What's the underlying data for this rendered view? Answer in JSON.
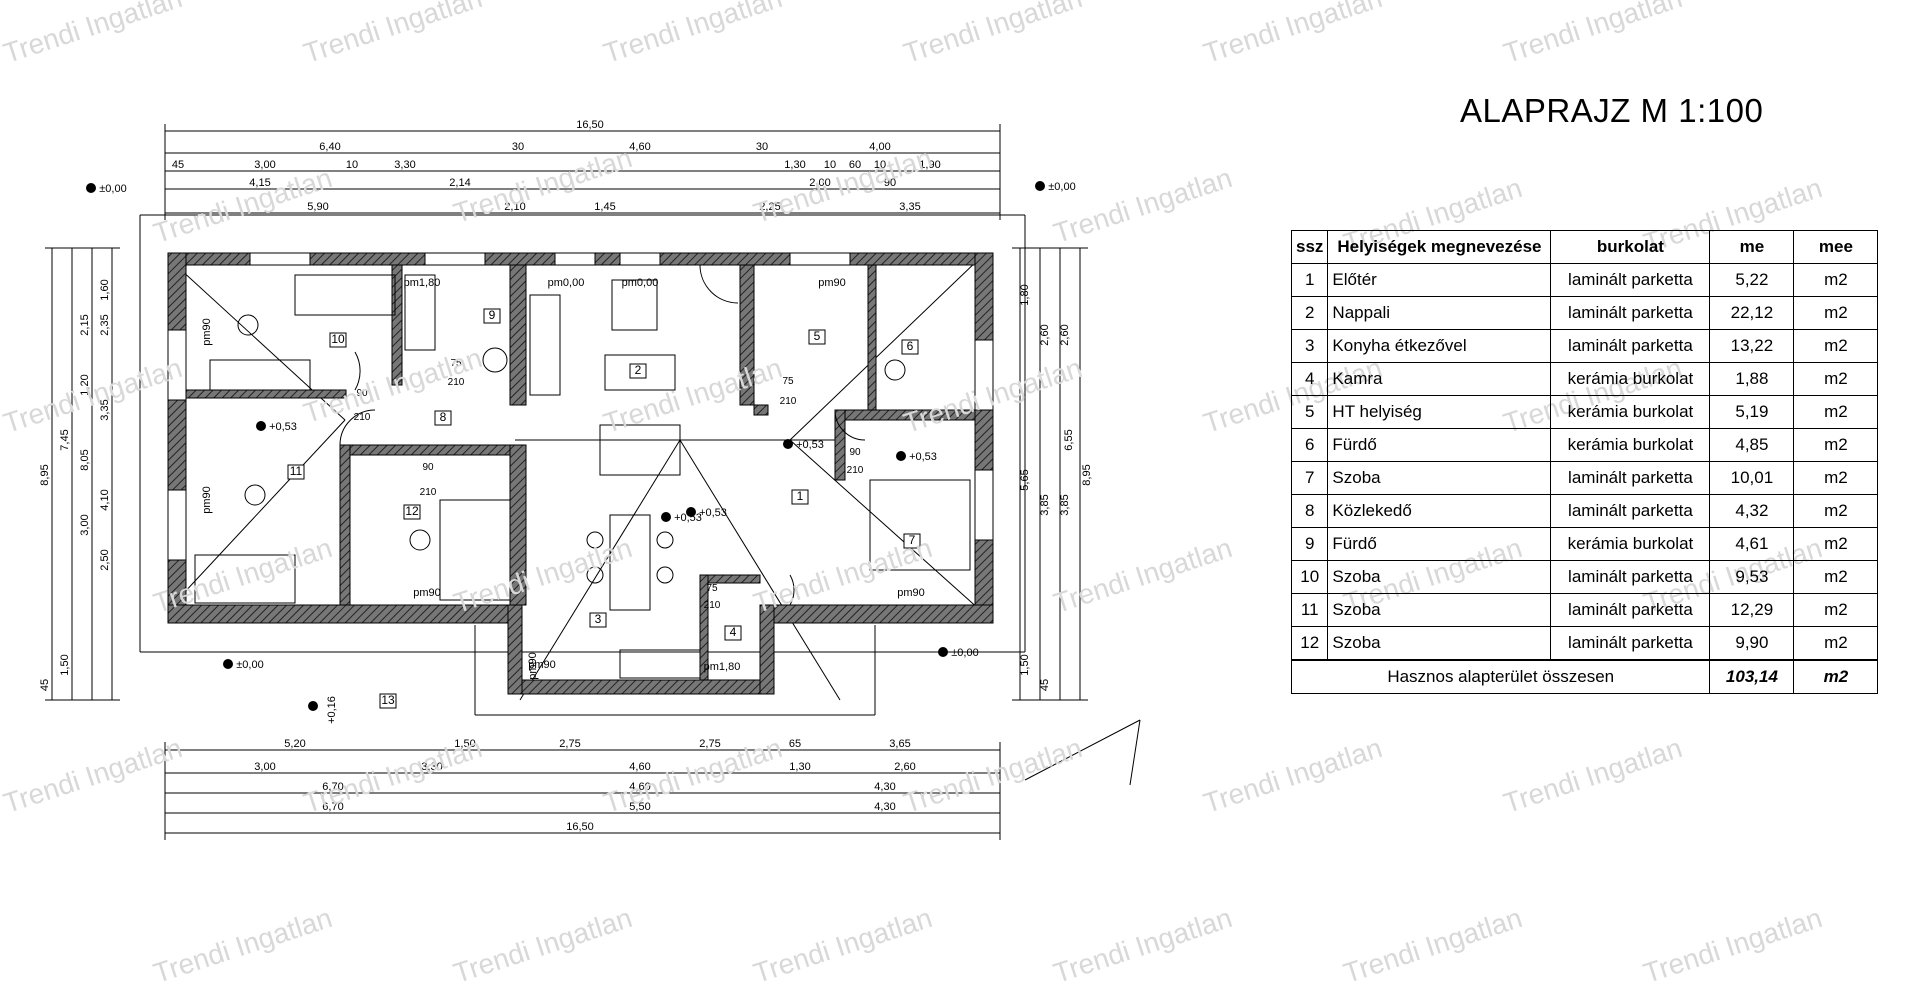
{
  "title": "ALAPRAJZ M 1:100",
  "watermark": "Trendi Ingatlan",
  "table": {
    "headers": [
      "ssz",
      "Helyiségek megnevezése",
      "burkolat",
      "me",
      "mee"
    ],
    "rows": [
      [
        "1",
        "Előtér",
        "laminált parketta",
        "5,22",
        "m2"
      ],
      [
        "2",
        "Nappali",
        "laminált parketta",
        "22,12",
        "m2"
      ],
      [
        "3",
        "Konyha étkezővel",
        "laminált parketta",
        "13,22",
        "m2"
      ],
      [
        "4",
        "Kamra",
        "kerámia burkolat",
        "1,88",
        "m2"
      ],
      [
        "5",
        "HT helyiség",
        "kerámia burkolat",
        "5,19",
        "m2"
      ],
      [
        "6",
        "Fürdő",
        "kerámia burkolat",
        "4,85",
        "m2"
      ],
      [
        "7",
        "Szoba",
        "laminált parketta",
        "10,01",
        "m2"
      ],
      [
        "8",
        "Közlekedő",
        "laminált parketta",
        "4,32",
        "m2"
      ],
      [
        "9",
        "Fürdő",
        "kerámia burkolat",
        "4,61",
        "m2"
      ],
      [
        "10",
        "Szoba",
        "laminált parketta",
        "9,53",
        "m2"
      ],
      [
        "11",
        "Szoba",
        "laminált parketta",
        "12,29",
        "m2"
      ],
      [
        "12",
        "Szoba",
        "laminált parketta",
        "9,90",
        "m2"
      ]
    ],
    "total_label": "Hasznos alapterület összesen",
    "total_value": "103,14",
    "total_unit": "m2"
  },
  "plan": {
    "dims_top": [
      "16,50",
      "6,40",
      "30",
      "4,60",
      "30",
      "4,00",
      "45",
      "3,00",
      "10",
      "3,30",
      "1,30",
      "10",
      "60",
      "10",
      "1,90",
      "4,15",
      "2,14",
      "2,00",
      "90",
      "5,90",
      "2,10",
      "1,45",
      "2,25",
      "3,35"
    ],
    "dims_bottom": [
      "5,20",
      "1,50",
      "2,75",
      "2,75",
      "65",
      "3,65",
      "3,00",
      "3,30",
      "4,60",
      "1,30",
      "2,60",
      "6,70",
      "4,60",
      "4,30",
      "6,70",
      "5,50",
      "4,30",
      "16,50"
    ],
    "dims_left": [
      "8,95",
      "7,45",
      "8,05",
      "1,60",
      "2,15",
      "2,35",
      "1,20",
      "3,35",
      "3,00",
      "4,10",
      "2,50",
      "1,50",
      "45"
    ],
    "dims_right": [
      "8,95",
      "6,55",
      "1,80",
      "2,60",
      "2,60",
      "5,65",
      "3,85",
      "3,85",
      "1,50",
      "45"
    ],
    "room_numbers": [
      "1",
      "2",
      "3",
      "4",
      "5",
      "6",
      "7",
      "8",
      "9",
      "10",
      "11",
      "12",
      "13"
    ],
    "floor_labels": [
      "pm1,80",
      "pm0,00",
      "pm0,00",
      "pm90",
      "pm90",
      "pm90",
      "pm90",
      "pm90",
      "pm90",
      "pm90",
      "pm1,80"
    ],
    "levels": [
      "±0,00",
      "±0,00",
      "±0,00",
      "±0,00",
      "+0,53",
      "+0,53",
      "+0,53",
      "+0,53",
      "+0,53",
      "+0,16"
    ],
    "door_labels": [
      "90",
      "210",
      "75",
      "210",
      "90",
      "210",
      "75",
      "210",
      "90",
      "210",
      "75",
      "210"
    ]
  }
}
